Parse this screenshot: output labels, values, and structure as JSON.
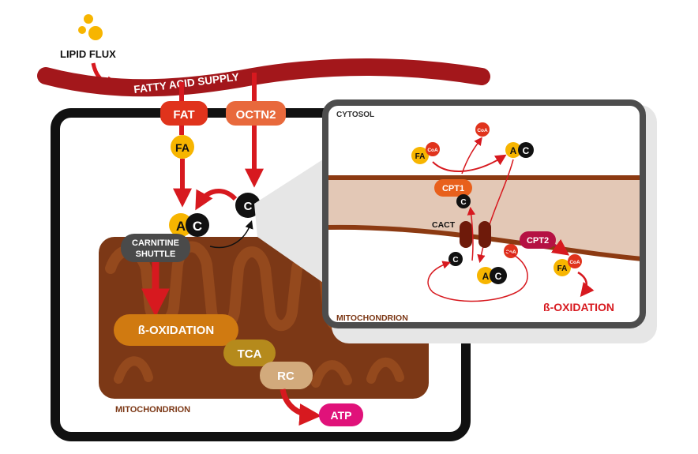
{
  "labels": {
    "lipid_flux": "LIPID FLUX",
    "fatty_acid_supply": "FATTY ACID SUPPLY",
    "fat": "FAT",
    "octn2": "OCTN2",
    "fa": "FA",
    "c": "C",
    "ac_a": "A",
    "ac_c": "C",
    "carnitine_shuttle_line1": "CARNITINE",
    "carnitine_shuttle_line2": "SHUTTLE",
    "beta_oxidation": "ß-OXIDATION",
    "tca": "TCA",
    "rc": "RC",
    "atp": "ATP",
    "mitochondrion_main": "MITOCHONDRION"
  },
  "inset": {
    "cytosol": "CYTOSOL",
    "mitochondrion": "MITOCHONDRION",
    "fa": "FA",
    "coa": "CoA",
    "cpt1": "CPT1",
    "cpt2": "CPT2",
    "cact": "CACT",
    "c": "C",
    "ac_a": "A",
    "ac_c": "C",
    "beta_oxidation": "ß-OXIDATION"
  },
  "colors": {
    "vessel": "#a3171b",
    "red": "#d7191f",
    "fat": "#e0331c",
    "octn2": "#e8693c",
    "fa_yellow": "#f7b500",
    "carnitine_black": "#111111",
    "shuttle_gray": "#4a4a4a",
    "mito_dark": "#7c3816",
    "mito_light": "#94491d",
    "beta_ox": "#d07a11",
    "tca": "#b58a1c",
    "rc": "#d2aa7c",
    "atp": "#e0127a",
    "cpt1": "#e8601c",
    "cpt2": "#b51143",
    "cact": "#6e1a0a",
    "membrane": "#8c3a12",
    "intermembrane": "#e3c8b6",
    "mito_label": "#7c3816"
  }
}
